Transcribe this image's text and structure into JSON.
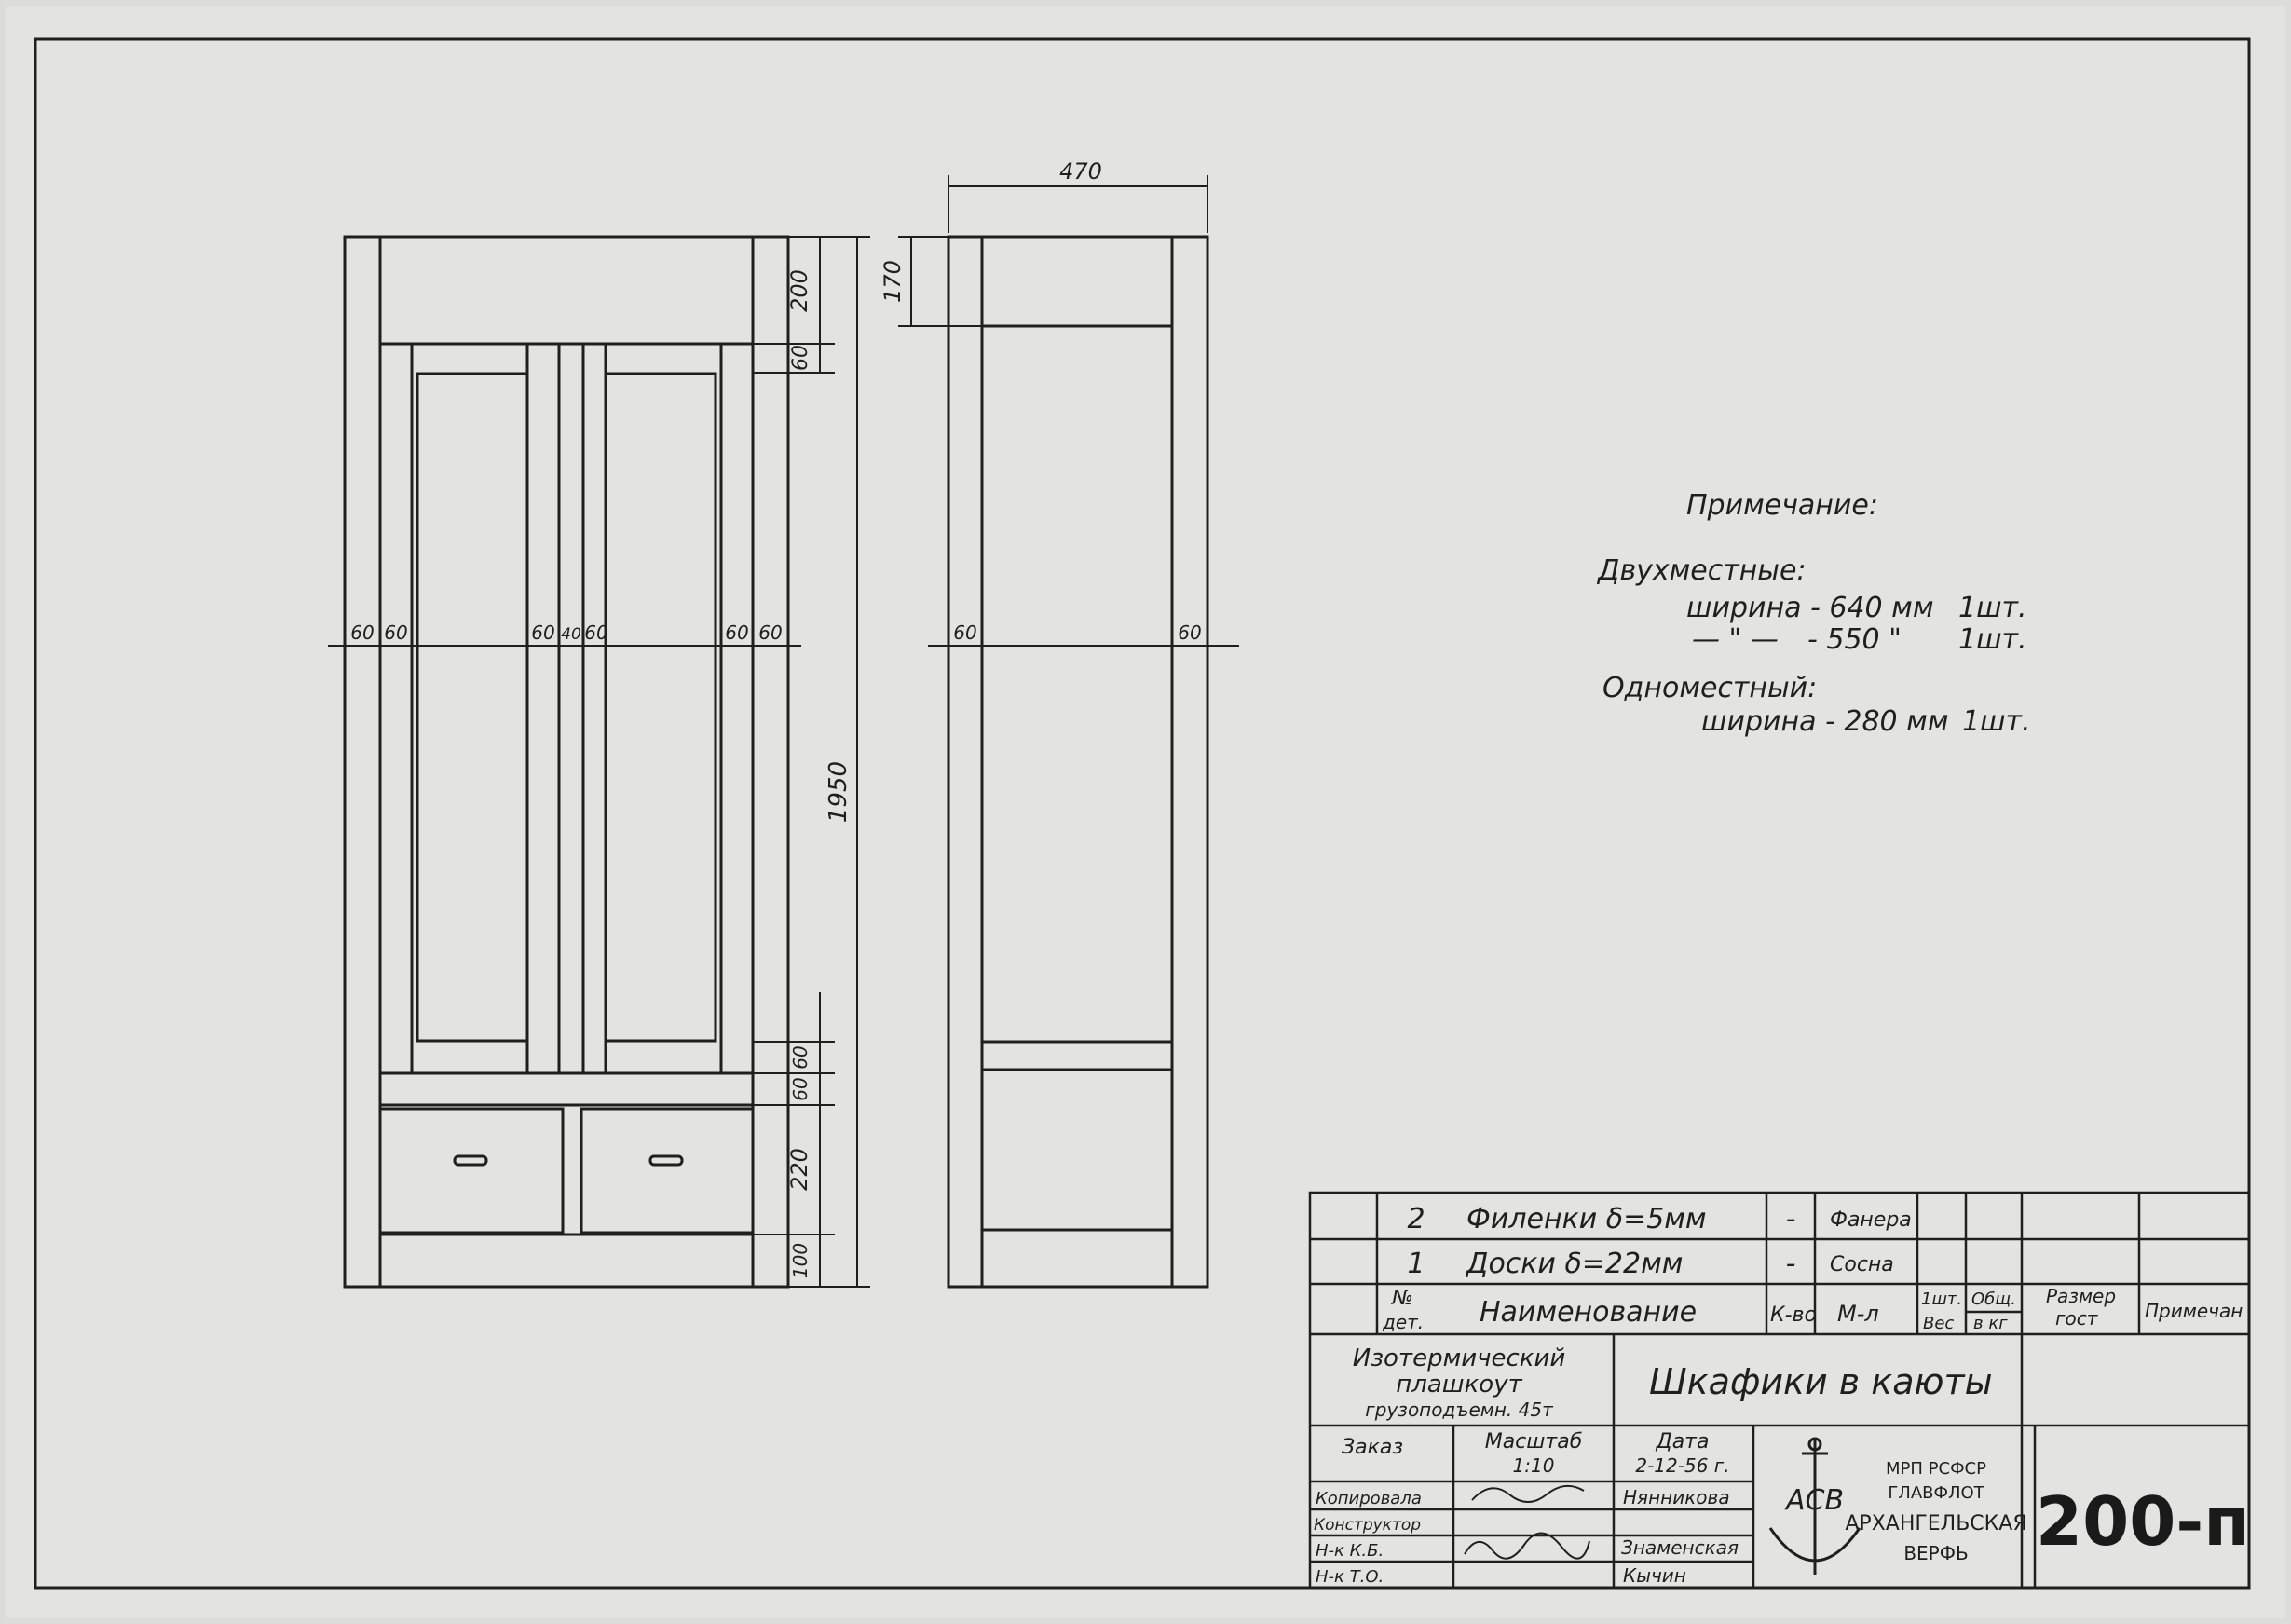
{
  "dimensions": {
    "top_width": "470",
    "h_200": "200",
    "h_60_top": "60",
    "h_170": "170",
    "h_1950": "1950",
    "h_60_a": "60",
    "h_60_b": "60",
    "h_220": "220",
    "h_100": "100",
    "w_60_1": "60",
    "w_60_2": "60",
    "w_60_3": "60",
    "w_40": "40",
    "w_60_4": "60",
    "w_60_5": "60",
    "w_60_6": "60",
    "w_60_side_l": "60",
    "w_60_side_r": "60"
  },
  "note": {
    "title": "Примечание:",
    "double_heading": "Двухместные:",
    "row1_width": "ширина - 640 мм",
    "row1_qty": "1шт.",
    "row2_ditto": "— \" —",
    "row2_width": "- 550 \"",
    "row2_qty": "1шт.",
    "single_heading": "Одноместный:",
    "row3_width": "ширина - 280 мм",
    "row3_qty": "1шт."
  },
  "spec_table": {
    "rows": [
      {
        "no": "2",
        "name": "Филенки δ=5мм",
        "qty": "-",
        "material": "Фанера"
      },
      {
        "no": "1",
        "name": "Доски δ=22мм",
        "qty": "-",
        "material": "Сосна"
      }
    ],
    "header": {
      "no_line1": "№",
      "no_line2": "дет.",
      "name": "Наименование",
      "qty": "К-во",
      "material": "М-л",
      "weight_one": "1шт.",
      "weight_total": "Общ.",
      "weight_label": "Вес",
      "weight_unit": "в кг",
      "size_line1": "Размер",
      "size_line2": "гост",
      "remark": "Примечан"
    }
  },
  "title_block": {
    "vessel_line1": "Изотермический",
    "vessel_line2": "плашкоут",
    "vessel_line3": "грузоподъемн. 45т",
    "drawing_title": "Шкафики в каюты",
    "order_label": "Заказ",
    "scale_label": "Масштаб",
    "scale_value": "1:10",
    "date_label": "Дата",
    "date_value": "2-12-56 г.",
    "copied_label": "Копировала",
    "copied_name": "Нянникова",
    "designer_label": "Конструктор",
    "head_kb_label": "Н-к К.Б.",
    "head_kb_name": "Знаменская",
    "head_to_label": "Н-к Т.О.",
    "head_to_name": "Кычин",
    "org_line1": "МРП РСФСР",
    "org_line2": "ГЛАВФЛОТ",
    "org_line3": "АРХАНГЕЛЬСКАЯ",
    "org_line4": "ВЕРФЬ",
    "logo_letters": "АСВ",
    "drawing_number": "200-п"
  }
}
